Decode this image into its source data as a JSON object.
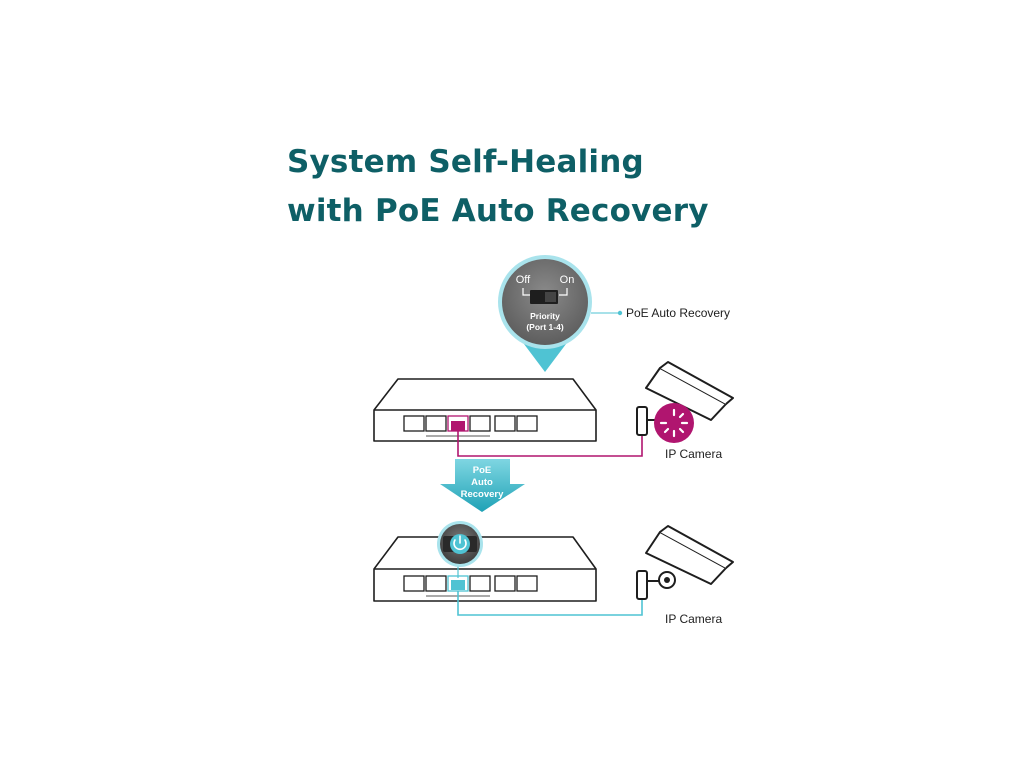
{
  "title": {
    "line1": "System Self-Healing",
    "line2": "with PoE Auto Recovery"
  },
  "switch_panel": {
    "off_label": "Off",
    "on_label": "On",
    "caption_line1": "Priority",
    "caption_line2": "(Port 1-4)"
  },
  "callout_label": "PoE Auto Recovery",
  "arrow_label": {
    "line1": "PoE",
    "line2": "Auto",
    "line3": "Recovery"
  },
  "camera_top_label": "IP Camera",
  "camera_bottom_label": "IP Camera",
  "icons": {
    "fault": "loading-spinner-icon",
    "recovered": "power-restart-icon"
  },
  "colors": {
    "title": "#0e5f66",
    "accent_teal": "#4fc3d3",
    "fault_magenta": "#b0156f",
    "outline": "#1e1e1e",
    "bubble_dark": "#6e6e6e"
  }
}
